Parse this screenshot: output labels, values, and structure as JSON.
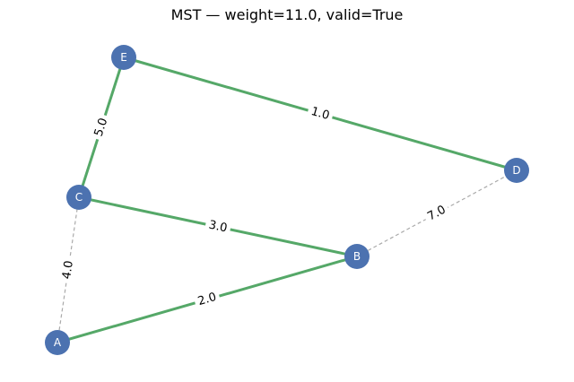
{
  "title": "MST — weight=11.0, valid=True",
  "colors": {
    "node": "#4c72b0",
    "node_text": "#ffffff",
    "mst_edge": "#55a868",
    "other_edge": "#aaaaaa",
    "background": "#ffffff"
  },
  "nodes": [
    {
      "id": "A",
      "label": "A"
    },
    {
      "id": "B",
      "label": "B"
    },
    {
      "id": "C",
      "label": "C"
    },
    {
      "id": "D",
      "label": "D"
    },
    {
      "id": "E",
      "label": "E"
    }
  ],
  "edges": [
    {
      "from": "A",
      "to": "C",
      "weight": "4.0",
      "in_mst": false
    },
    {
      "from": "B",
      "to": "D",
      "weight": "7.0",
      "in_mst": false
    },
    {
      "from": "E",
      "to": "C",
      "weight": "5.0",
      "in_mst": true
    },
    {
      "from": "E",
      "to": "D",
      "weight": "1.0",
      "in_mst": true
    },
    {
      "from": "C",
      "to": "B",
      "weight": "3.0",
      "in_mst": true
    },
    {
      "from": "A",
      "to": "B",
      "weight": "2.0",
      "in_mst": true
    }
  ]
}
